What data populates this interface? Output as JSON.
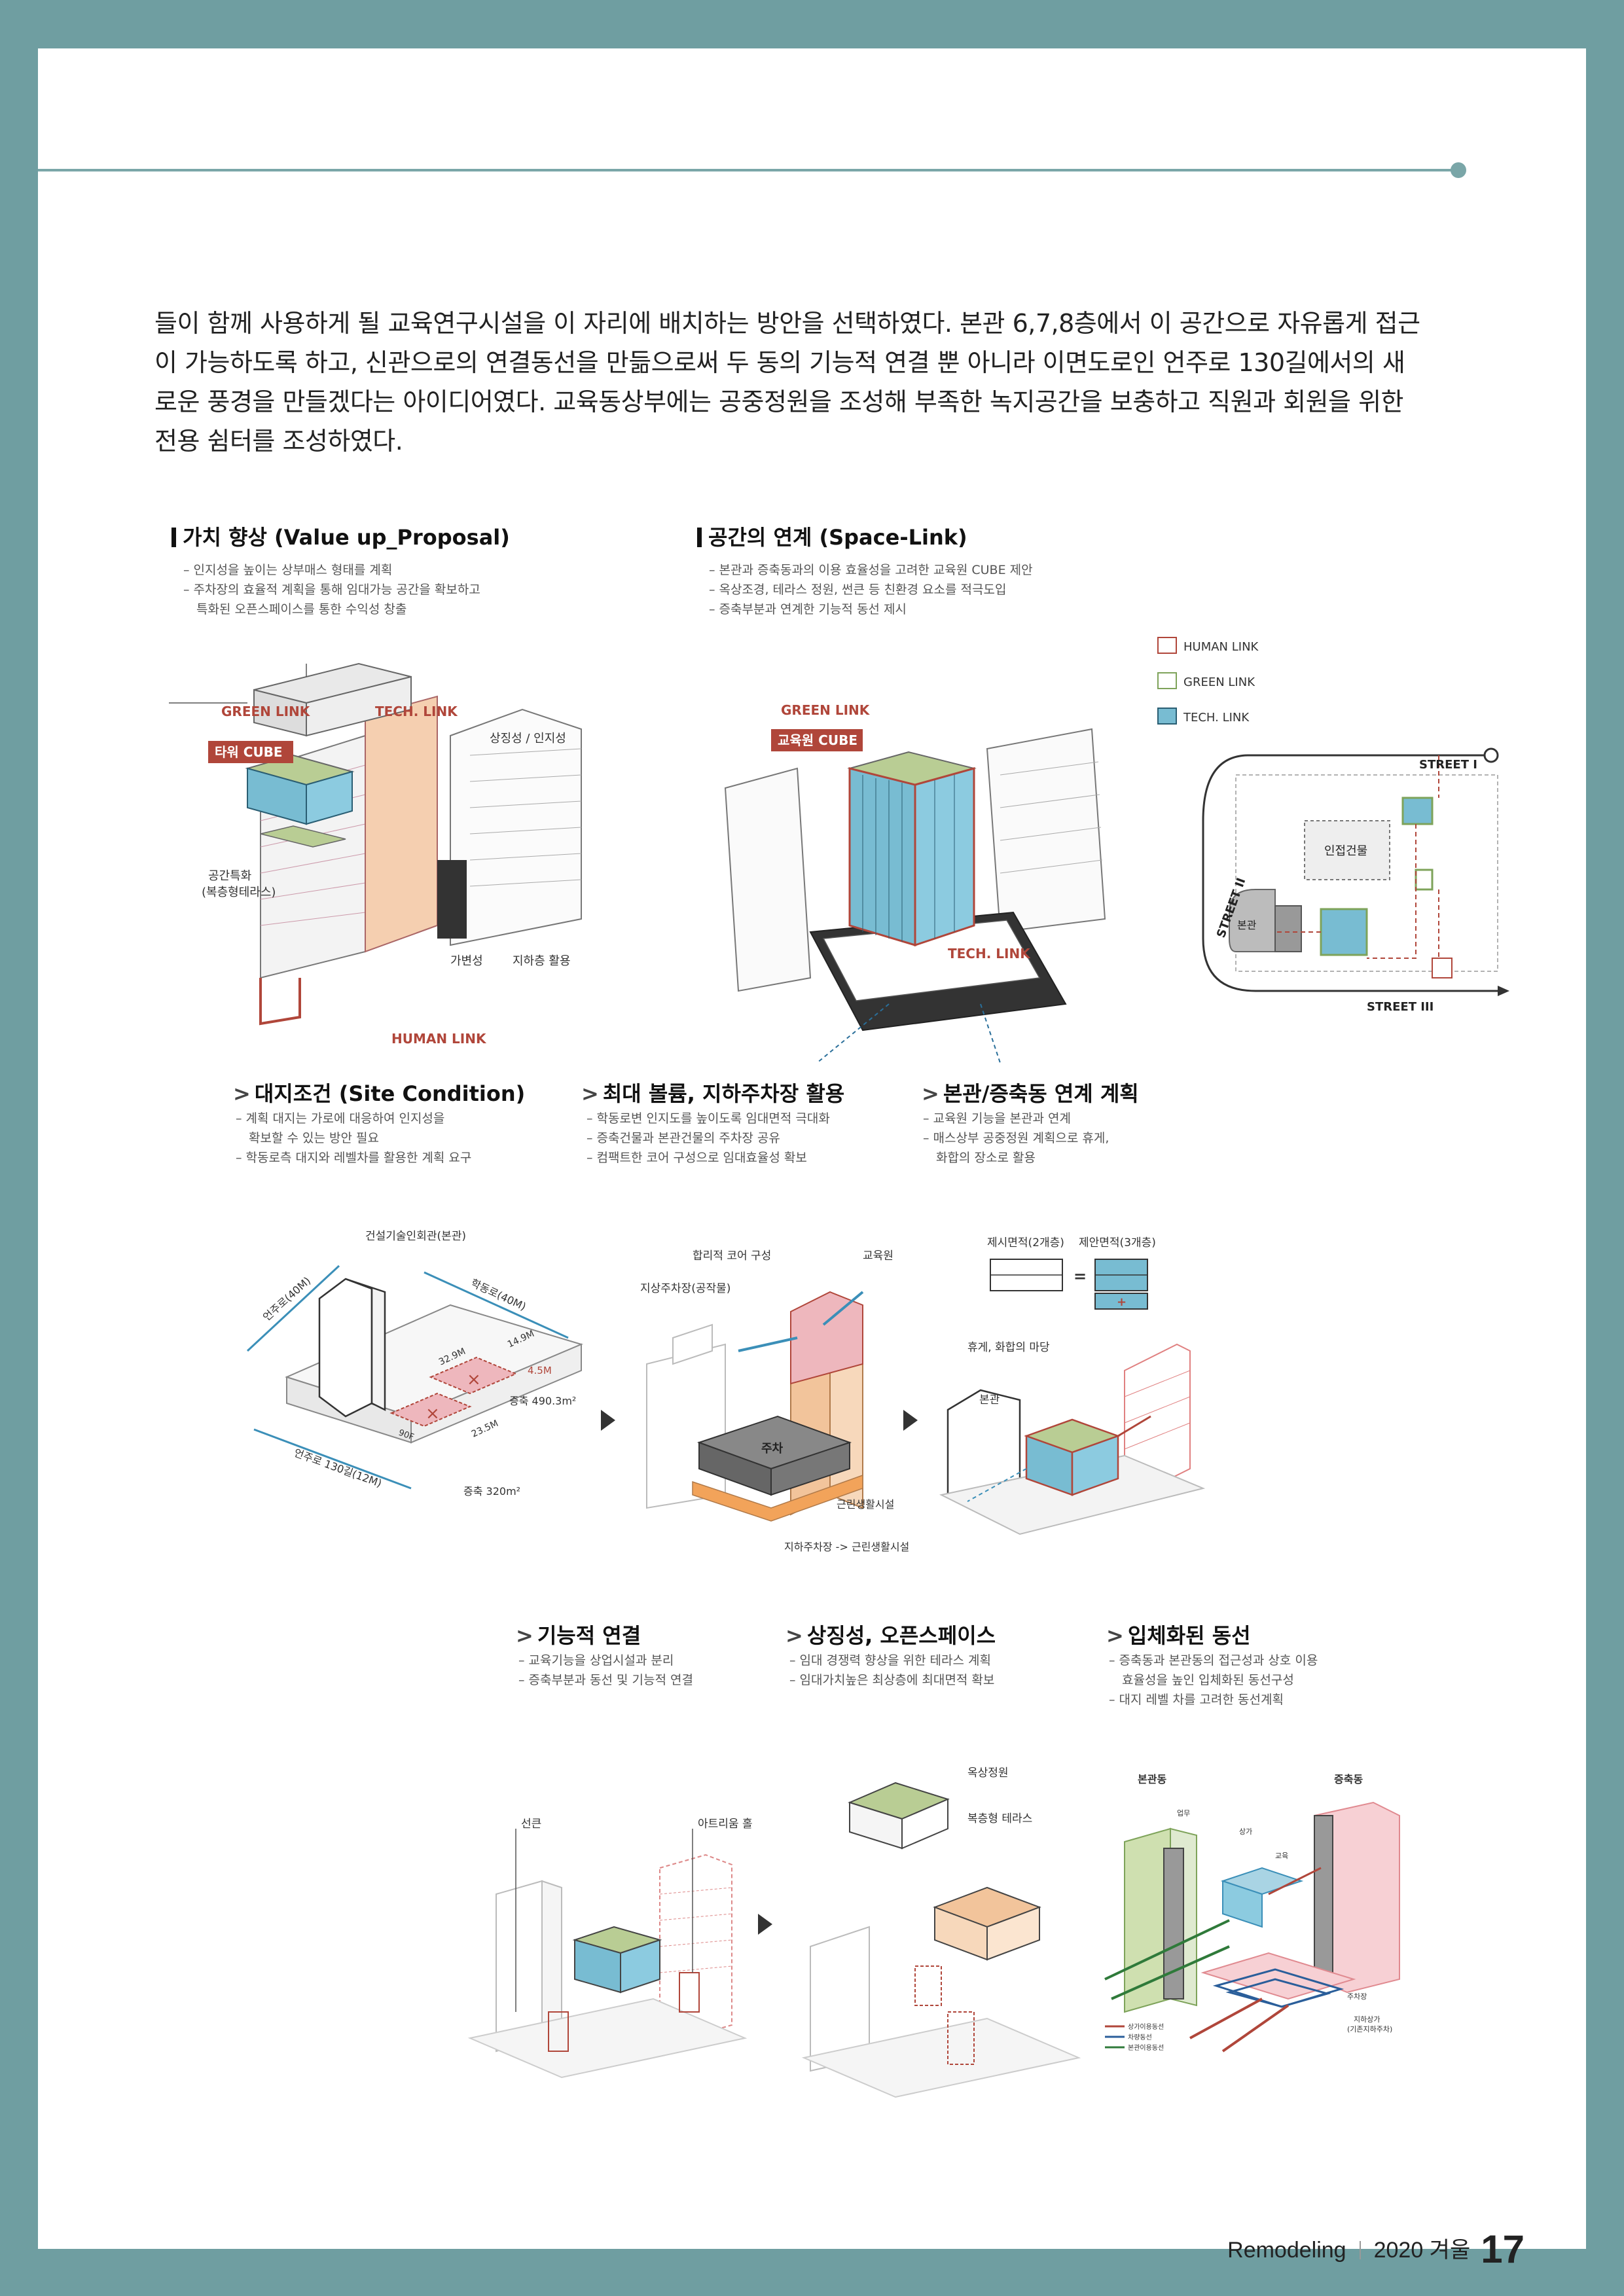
{
  "body_paragraph": [
    "들이 함께 사용하게 될 교육연구시설을 이 자리에 배치하는 방안을 선택하였다. 본관 6,7,8층에서 이 공간으로 자유롭게 접근",
    "이 가능하도록 하고, 신관으로의 연결동선을 만듦으로써 두 동의 기능적 연결 뿐 아니라 이면도로인 언주로 130길에서의 새",
    "로운 풍경을 만들겠다는 아이디어였다. 교육동상부에는 공중정원을 조성해 부족한 녹지공간을 보충하고 직원과 회원을 위한",
    "전용 쉼터를 조성하였다."
  ],
  "sections": {
    "value_up": {
      "title": "가치 향상 (Value up_Proposal)",
      "lines": [
        "– 인지성을 높이는 상부매스 형태를 계획",
        "– 주차장의 효율적 계획을 통해 임대가능 공간을 확보하고",
        "특화된 오픈스페이스를 통한 수익성 창출"
      ],
      "labels": {
        "green": "GREEN LINK",
        "tech": "TECH. LINK",
        "cube": "타워 CUBE",
        "symbol": "상징성 / 인지성",
        "terrace": "공간특화",
        "terrace2": "(복층형테라스)",
        "variable": "가변성",
        "basement": "지하층 활용",
        "human": "HUMAN LINK"
      }
    },
    "space_link": {
      "title": "공간의 연계 (Space-Link)",
      "lines": [
        "– 본관과 증축동과의 이용 효율성을 고려한 교육원 CUBE 제안",
        "– 옥상조경, 테라스 정원, 썬큰 등 친환경 요소를 적극도입",
        "– 증축부분과 연계한 기능적 동선 제시"
      ],
      "labels": {
        "green": "GREEN LINK",
        "cube": "교육원 CUBE",
        "tech": "TECH. LINK"
      }
    },
    "legend": {
      "human": "HUMAN LINK",
      "green": "GREEN LINK",
      "tech": "TECH. LINK",
      "street1": "STREET I",
      "street2": "STREET II",
      "street3": "STREET III",
      "adjacent": "인접건물",
      "main": "본관"
    },
    "site": {
      "title": "대지조건 (Site Condition)",
      "lines": [
        "– 계획 대지는 가로에 대응하여 인지성을",
        "확보할 수 있는 방안 필요",
        "– 학동로측 대지와 레벨차를 활용한 계획 요구"
      ],
      "labels": {
        "bldg": "건설기술인회관(본관)",
        "road1": "언주로(40M)",
        "road2": "학동로(40M)",
        "road3": "언주로 130길(12M)",
        "d1": "32.9M",
        "d2": "14.9M",
        "d3": "4.5M",
        "d4": "23.5M",
        "d5": "90F",
        "add1": "증축 490.3m²",
        "add2": "증축 320m²"
      }
    },
    "max_volume": {
      "title": "최대 볼륨, 지하주차장 활용",
      "lines": [
        "– 학동로변 인지도를 높이도록 임대면적 극대화",
        "– 증축건물과 본관건물의 주차장 공유",
        "– 컴팩트한 코어 구성으로 임대효율성 확보"
      ],
      "labels": {
        "core": "합리적 코어 구성",
        "edu": "교육원",
        "park": "지상주차장(공작물)",
        "parking": "주차",
        "retail": "근린생활시설",
        "basement": "지하주차장 -> 근린생활시설"
      }
    },
    "connect_plan": {
      "title": "본관/증축동 연계 계획",
      "lines": [
        "– 교육원 기능을 본관과 연계",
        "– 매스상부 공중정원 계획으로 휴게,",
        "화합의 장소로 활용"
      ],
      "labels": {
        "area1": "제시면적(2개층)",
        "area2": "제안면적(3개층)",
        "eq": "=",
        "plus": "+",
        "rest": "휴게, 화합의 마당",
        "main": "본관"
      }
    },
    "functional": {
      "title": "기능적 연결",
      "lines": [
        "– 교육기능을 상업시설과 분리",
        "– 증축부분과 동선 및 기능적 연결"
      ],
      "labels": {
        "sunken": "선큰",
        "atrium": "아트리움 홀"
      }
    },
    "symbolic": {
      "title": "상징성, 오픈스페이스",
      "lines": [
        "– 임대 경쟁력 향상을 위한 테라스 계획",
        "– 임대가치높은 최상층에 최대면적 확보"
      ],
      "labels": {
        "roof": "옥상정원",
        "terrace": "복층형 테라스"
      }
    },
    "circulation": {
      "title": "입체화된 동선",
      "lines": [
        "– 증축동과 본관동의 접근성과 상호 이용",
        "효율성을 높인 입체화된 동선구성",
        "– 대지 레벨 차를 고려한 동선계획"
      ],
      "labels": {
        "main": "본관동",
        "ext": "증축동",
        "office": "업무",
        "retail": "상가",
        "edu": "교육",
        "park": "주차장",
        "sub": "지하상가",
        "sub2": "(기존지하주차)",
        "leg1": "상가이용동선",
        "leg2": "차량동선",
        "leg3": "본관이용동선"
      }
    }
  },
  "footer": {
    "brand": "Remodeling",
    "issue": "2020 겨울",
    "page": "17"
  },
  "colors": {
    "teal": "#6f9ea1",
    "green_link": "#b9cd94",
    "tech_link": "#78bcd2",
    "human_link": "#b0463a",
    "pink": "#eeb7bd",
    "orange": "#f2c49b"
  }
}
